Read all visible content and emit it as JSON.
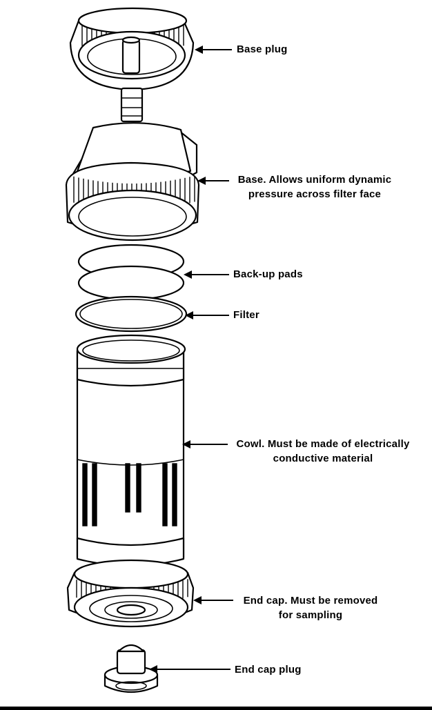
{
  "colors": {
    "background": "#000000",
    "paper": "#ffffff",
    "ink": "#000000"
  },
  "labels": {
    "base_plug": "Base plug",
    "base_line1": "Base. Allows uniform dynamic",
    "base_line2": "pressure across filter face",
    "backup_pads": "Back-up pads",
    "filter": "Filter",
    "cowl_line1": "Cowl. Must be made of electrically",
    "cowl_line2": "conductive material",
    "end_cap_line1": "End cap. Must be removed",
    "end_cap_line2": "for sampling",
    "end_cap_plug": "End cap plug"
  }
}
